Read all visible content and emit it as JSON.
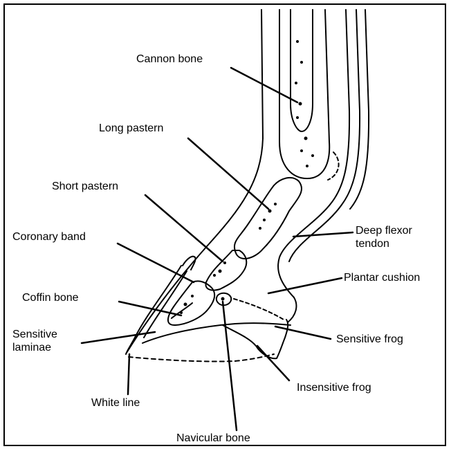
{
  "labels": {
    "cannon_bone": "Cannon bone",
    "long_pastern": "Long pastern",
    "short_pastern": "Short pastern",
    "coronary_band": "Coronary band",
    "coffin_bone": "Coffin bone",
    "sensitive_laminae": "Sensitive\nlaminae",
    "white_line": "White line",
    "navicular_bone": "Navicular bone",
    "deep_flexor_tendon": "Deep flexor\ntendon",
    "plantar_cushion": "Plantar cushion",
    "sensitive_frog": "Sensitive frog",
    "insensitive_frog": "Insensitive frog"
  }
}
